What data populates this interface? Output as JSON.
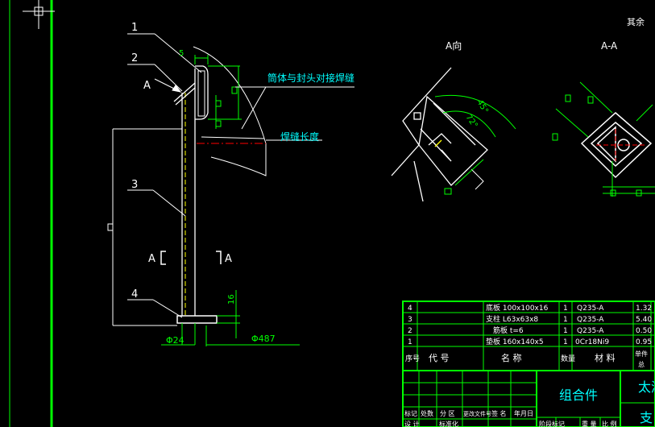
{
  "colors": {
    "background": "#000000",
    "frame": "#00ff00",
    "dimension": "#00ff00",
    "text_white": "#ffffff",
    "text_cyan": "#00ffff",
    "leader": "#ffffff",
    "weld": "#ffff00",
    "center": "#ff0000",
    "pink": "#ff99cc"
  },
  "title": {
    "top_right": "其余",
    "view_a": "A向",
    "section_aa": "A-A"
  },
  "callouts": {
    "p1": "1",
    "p2": "2",
    "p3": "3",
    "p4": "4",
    "view_a_arrow": "A",
    "section_left": "A",
    "section_right": "A",
    "seam_note": "筒体与封头对接焊缝",
    "weld_length_note": "焊缝长度"
  },
  "dims": {
    "top_5": "5",
    "d_16": "16",
    "phi24": "Φ24",
    "phi487": "Φ487",
    "angle_45": "45°",
    "angle_72": "72°"
  },
  "bom": {
    "rows": [
      {
        "no": "4",
        "code": "",
        "name": "底板 100x100x16",
        "qty": "1",
        "material": "Q235-A",
        "weight": "1.32"
      },
      {
        "no": "3",
        "code": "",
        "name": "支柱 L63x63x8",
        "qty": "1",
        "material": "Q235-A",
        "weight": "5.40"
      },
      {
        "no": "2",
        "code": "",
        "name": "筋板 t=6",
        "qty": "1",
        "material": "Q235-A",
        "weight": "0.50"
      },
      {
        "no": "1",
        "code": "",
        "name": "垫板 160x140x5",
        "qty": "1",
        "material": "0Cr18Ni9",
        "weight": "0.95"
      }
    ],
    "header": {
      "no": "序号",
      "code": "代 号",
      "name": "名 称",
      "qty": "数量",
      "material": "材 料",
      "single": "单件",
      "single2": "总"
    }
  },
  "titleblock": {
    "part_name": "组合件",
    "company": "太湖",
    "drawing": "支",
    "labels": {
      "mark": "标记",
      "count": "处数",
      "zone": "分 区",
      "change_doc": "更改文件号",
      "sign": "签 名",
      "date": "年月日",
      "design": "设 计",
      "standard": "标准化",
      "stage_mark": "阶段标记",
      "weight": "重 量",
      "scale": "比 例"
    }
  }
}
